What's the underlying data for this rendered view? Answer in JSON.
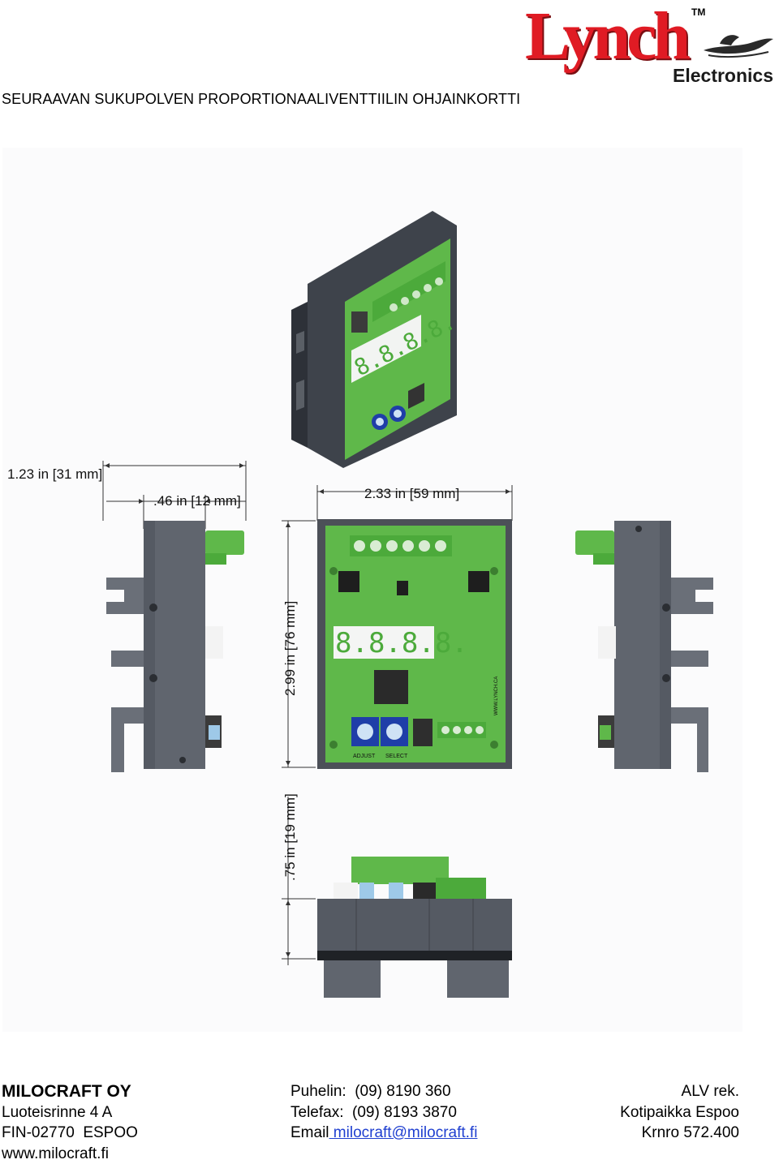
{
  "logo": {
    "name": "Lynch",
    "tm": "TM",
    "sub": "Electronics"
  },
  "document": {
    "title": "SEURAAVAN SUKUPOLVEN PROPORTIONAALIVENTTIILIN OHJAINKORTTI"
  },
  "drawing": {
    "dim_width_total": "1.23 in [31 mm]",
    "dim_width_inner": ".46 in [12 mm]",
    "dim_front_width": "2.33 in [59 mm]",
    "dim_height": "2.99 in [76 mm]",
    "dim_depth": ".75 in [19 mm]",
    "display_digits": "8.8.8.8.",
    "label_adjust": "ADJUST",
    "label_select": "SELECT",
    "board_url": "WWW.LYNCH.CA"
  },
  "footer": {
    "company": "MILOCRAFT OY",
    "street": "Luoteisrinne 4 A",
    "postal": "FIN-02770  ESPOO",
    "web": "www.milocraft.fi",
    "phone": "Puhelin:  (09) 8190 360",
    "fax": "Telefax:  (09) 8193 3870",
    "email_label": "Email",
    "email": " milocraft@milocraft.fi",
    "vat": "ALV rek.",
    "domicile": "Kotipaikka Espoo",
    "trade_reg": "Krnro 572.400"
  },
  "colors": {
    "brand_red": "#e01b24",
    "board_green": "#5fb84a",
    "housing_gray": "#555a63",
    "link_blue": "#1f3fd0"
  }
}
